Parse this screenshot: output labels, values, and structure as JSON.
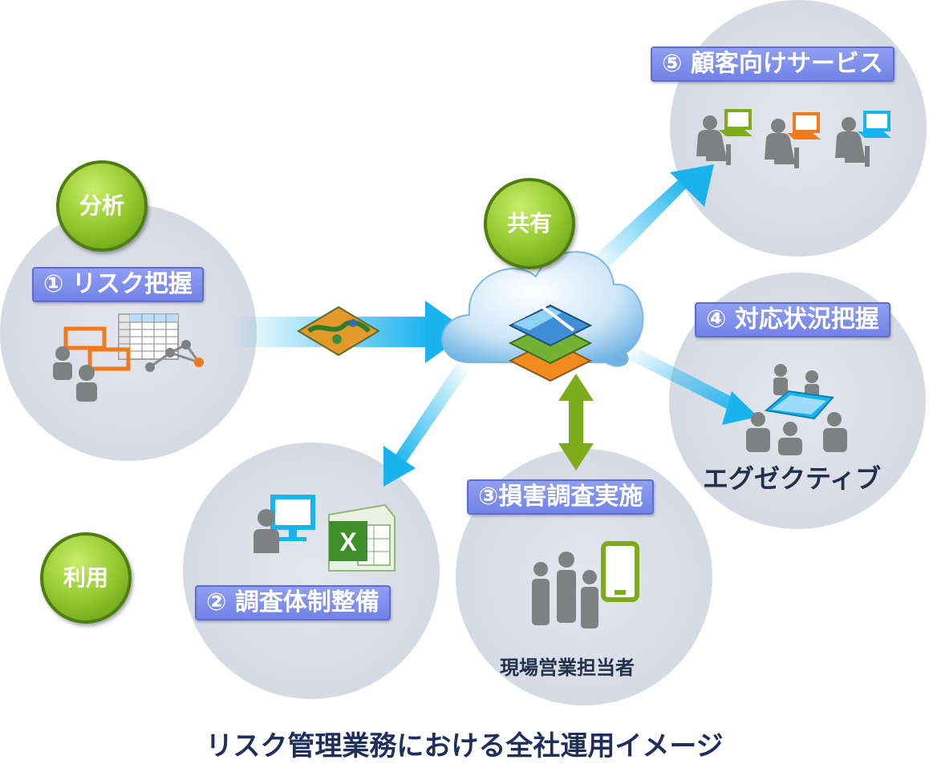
{
  "badges": {
    "analysis": "分析",
    "share": "共有",
    "use": "利用"
  },
  "labels": {
    "risk": "① リスク把握",
    "survey_setup": "② 調査体制整備",
    "damage_survey": "③損害調査実施",
    "status": "④ 対応状況把握",
    "customer": "⑤ 顧客向けサービス"
  },
  "texts": {
    "executive": "エグゼクティブ",
    "field_staff": "現場営業担当者"
  },
  "title": "リスク管理業務における全社運用イメージ",
  "icons": {
    "cloud": "cloud-icon",
    "map_layers": "map-layers-icon",
    "spreadsheet": "spreadsheet-icon",
    "excel": "excel-icon",
    "tablet": "tablet-icon",
    "meeting": "meeting-table-icon"
  },
  "colors": {
    "circle": "#dde1ea",
    "label_fill": "#7a8af0",
    "badge_green": "#8fc42a",
    "arrow_blue": "#19b4ee",
    "arrow_green": "#7cab1c",
    "person_gray": "#7f8082",
    "orange": "#f07a1e",
    "title_navy": "#1e2f5e"
  }
}
